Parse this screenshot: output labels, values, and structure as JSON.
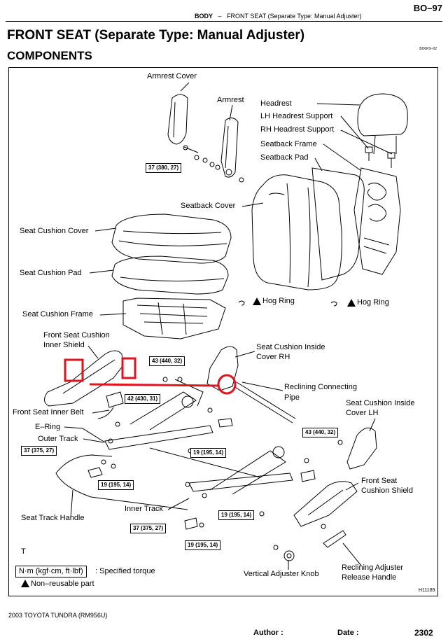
{
  "header": {
    "page_code": "BO–97",
    "section_body": "BODY",
    "section_dash": "–",
    "section_name": "FRONT SEAT (Separate Type: Manual Adjuster)"
  },
  "title": "FRONT SEAT (Separate Type: Manual Adjuster)",
  "subtitle": "COMPONENTS",
  "diagram_code": "BO0FS–02",
  "labels": {
    "armrest_cover": "Armrest Cover",
    "armrest": "Armrest",
    "headrest": "Headrest",
    "lh_headrest_support": "LH Headrest Support",
    "rh_headrest_support": "RH Headrest Support",
    "seatback_frame": "Seatback Frame",
    "seatback_pad": "Seatback Pad",
    "seatback_cover": "Seatback Cover",
    "seat_cushion_cover": "Seat Cushion Cover",
    "seat_cushion_pad": "Seat Cushion Pad",
    "seat_cushion_frame": "Seat Cushion Frame",
    "hog_ring_1": "Hog Ring",
    "hog_ring_2": "Hog Ring",
    "front_seat_cushion_inner_shield_1": "Front Seat Cushion",
    "front_seat_cushion_inner_shield_2": "Inner Shield",
    "seat_cushion_inside_cover_rh_1": "Seat Cushion Inside",
    "seat_cushion_inside_cover_rh_2": "Cover RH",
    "reclining_connecting_pipe_1": "Reclining Connecting",
    "reclining_connecting_pipe_2": "Pipe",
    "front_seat_inner_belt": "Front Seat Inner Belt",
    "e_ring": "E–Ring",
    "outer_track": "Outer Track",
    "seat_cushion_inside_cover_lh_1": "Seat Cushion Inside",
    "seat_cushion_inside_cover_lh_2": "Cover LH",
    "front_seat_cushion_shield_1": "Front Seat",
    "front_seat_cushion_shield_2": "Cushion Shield",
    "seat_track_handle": "Seat Track Handle",
    "inner_track": "Inner Track",
    "vertical_adjuster_knob": "Vertical Adjuster Knob",
    "reclining_adjuster_release_handle_1": "Reclining Adjuster",
    "reclining_adjuster_release_handle_2": "Release Handle",
    "t_mark": "T"
  },
  "torques": {
    "t_armrest": "37 (380, 27)",
    "t_43_a": "43 (440, 32)",
    "t_42": "42 (430, 31)",
    "t_43_b": "43 (440, 32)",
    "t_37_a": "37 (375, 27)",
    "t_19_a": "19 (195, 14)",
    "t_19_b": "19 (195, 14)",
    "t_19_c": "19 (195, 14)",
    "t_37_b": "37 (375, 27)",
    "t_19_d": "19 (195, 14)"
  },
  "legend": {
    "unit": "N·m (kgf·cm, ft·lbf)",
    "unit_desc": ": Specified torque",
    "nonreusable": "Non–reusable part"
  },
  "figure_id": "H11189",
  "footer": {
    "model": "2003 TOYOTA TUNDRA   (RM956U)",
    "author": "Author :",
    "date": "Date :",
    "page": "2302"
  },
  "colors": {
    "annotation": "#e0141e",
    "line": "#000000"
  }
}
